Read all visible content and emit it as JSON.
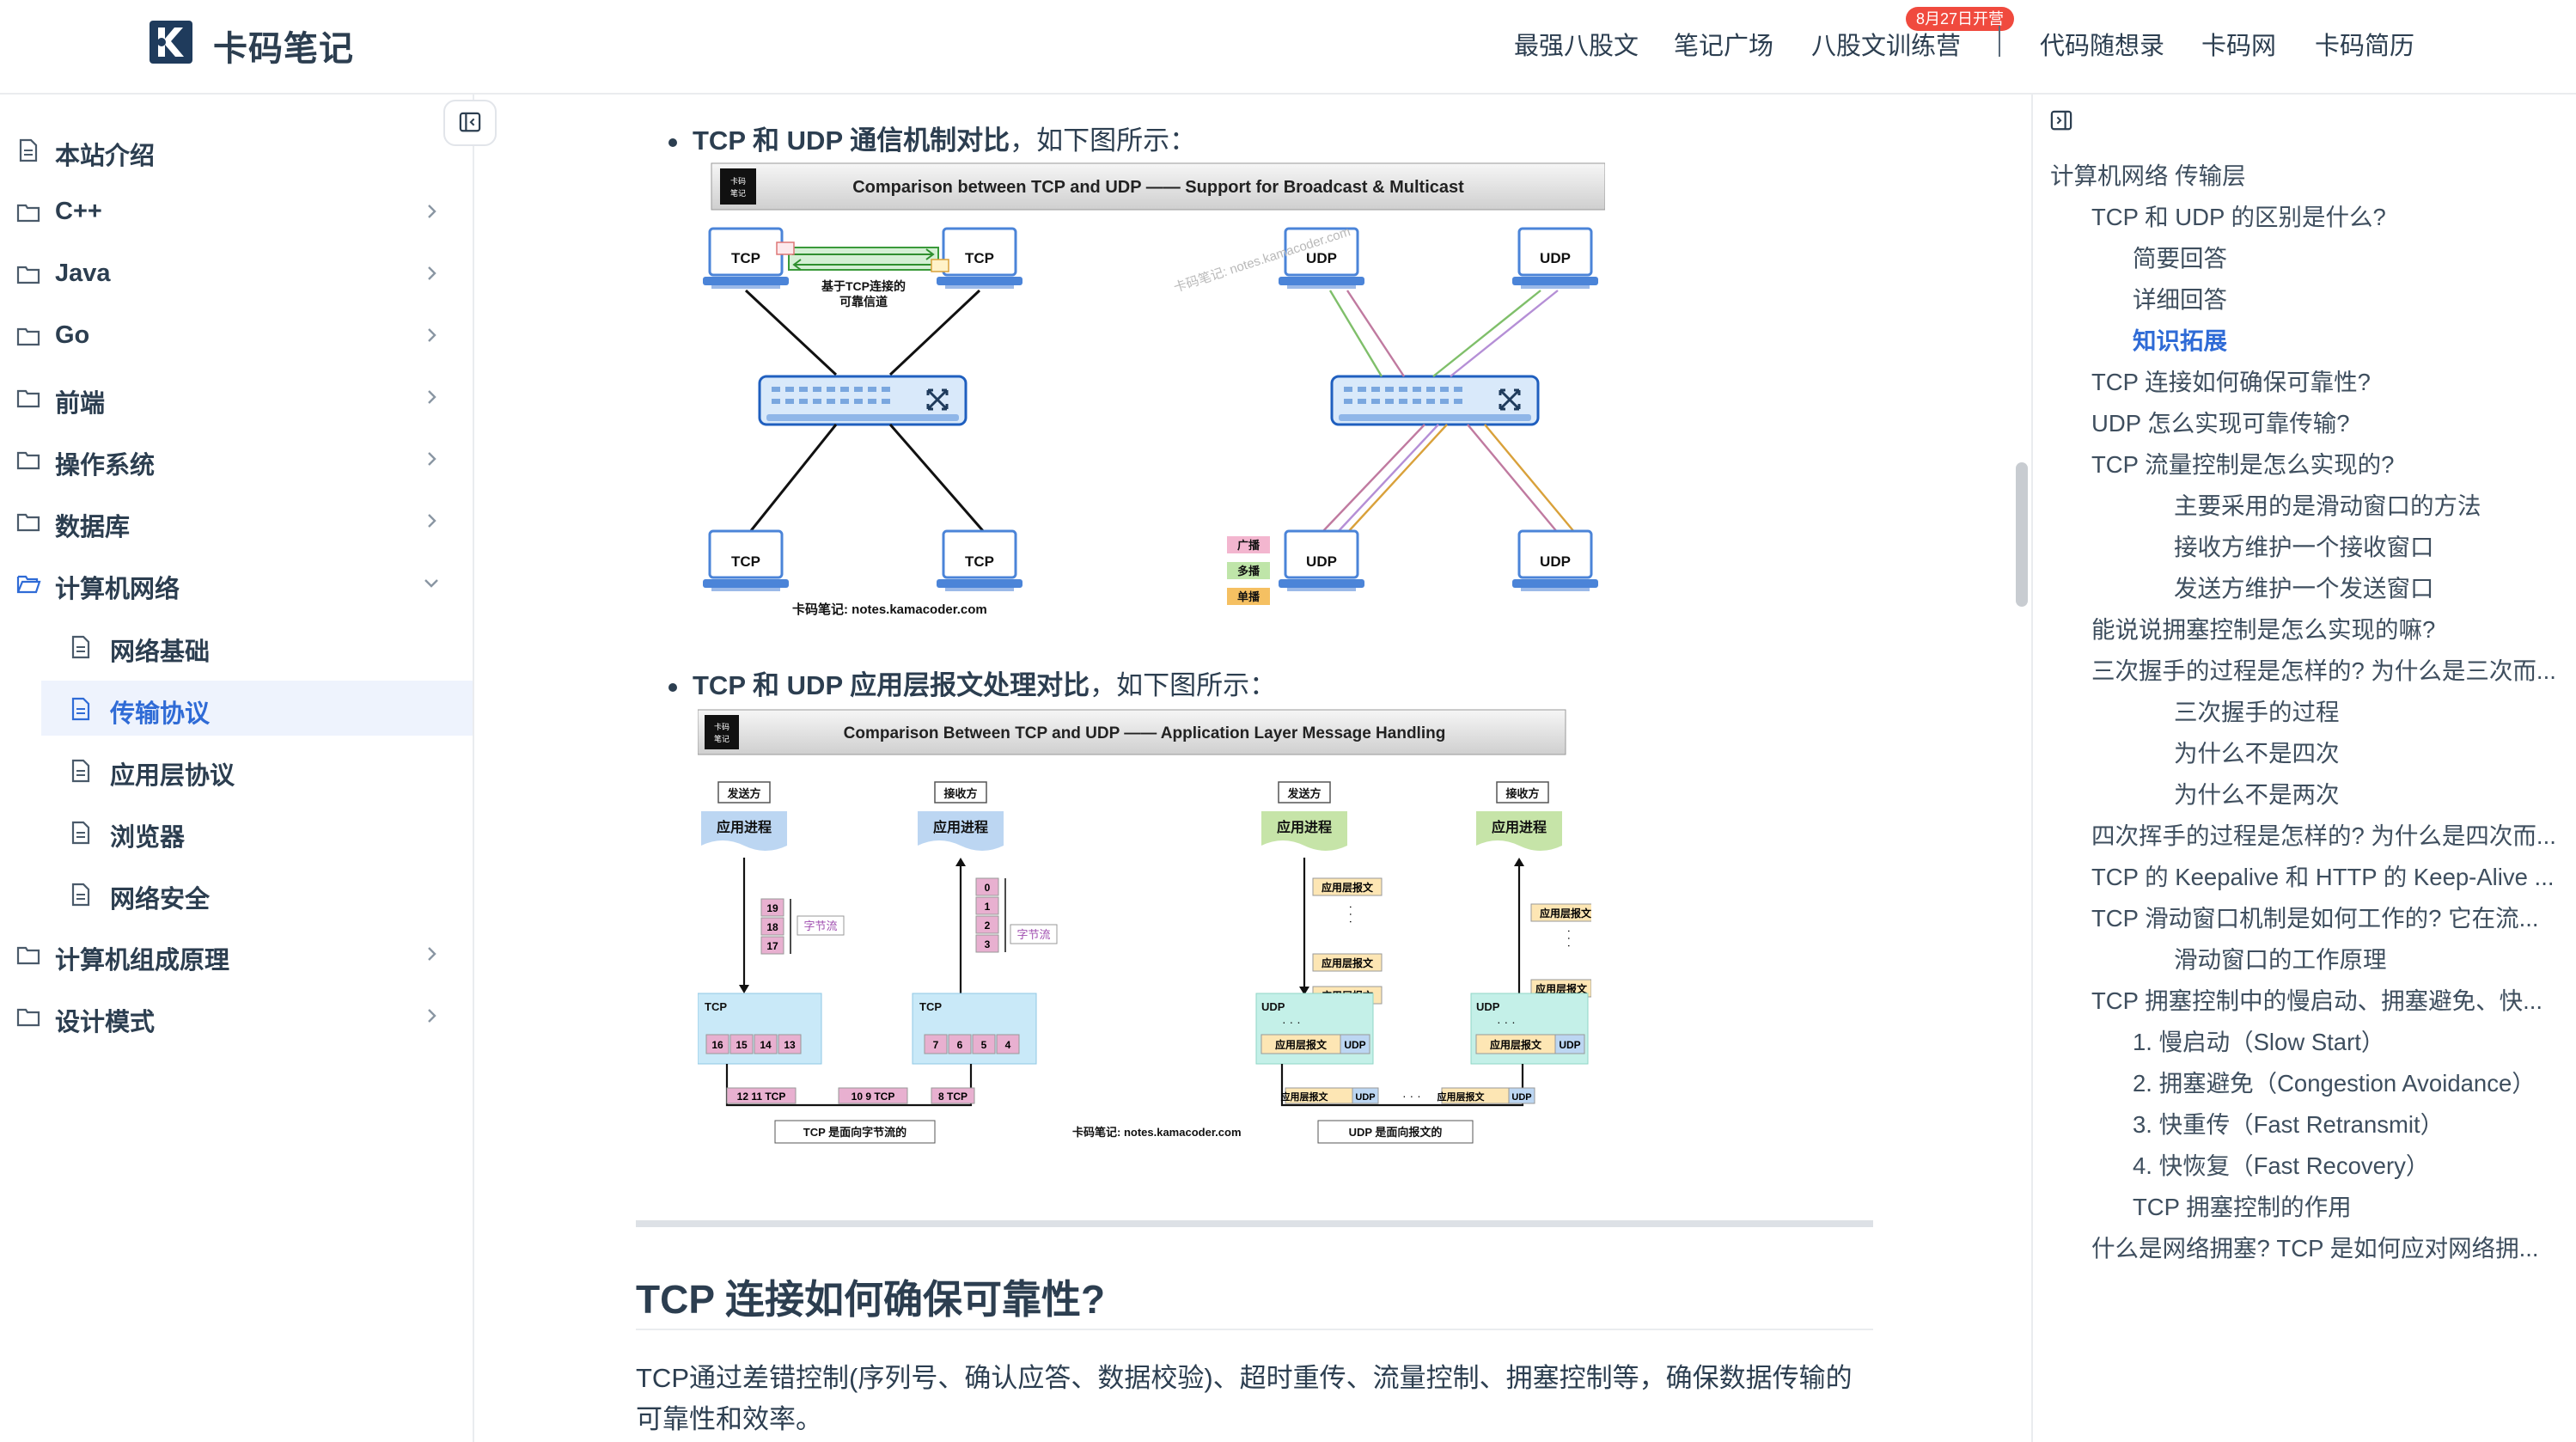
{
  "brand": {
    "name": "卡码笔记",
    "logo_glyph": "K"
  },
  "topnav": {
    "links": [
      "最强八股文",
      "笔记广场",
      "八股文训练营",
      "代码随想录",
      "卡码网",
      "卡码简历"
    ],
    "badge": "8月27日开营"
  },
  "sidebar": {
    "items": [
      {
        "label": "本站介绍"
      },
      {
        "label": "C++"
      },
      {
        "label": "Java"
      },
      {
        "label": "Go"
      },
      {
        "label": "前端"
      },
      {
        "label": "操作系统"
      },
      {
        "label": "数据库"
      },
      {
        "label": "计算机网络"
      }
    ],
    "subitems": [
      {
        "label": "网络基础"
      },
      {
        "label": "传输协议"
      },
      {
        "label": "应用层协议"
      },
      {
        "label": "浏览器"
      },
      {
        "label": "网络安全"
      }
    ],
    "after": [
      {
        "label": "计算机组成原理"
      },
      {
        "label": "设计模式"
      }
    ]
  },
  "content": {
    "bullet1_bold": "TCP 和 UDP 通信机制对比",
    "bullet1_rest": "，如下图所示：",
    "bullet2_bold": "TCP 和 UDP 应用层报文处理对比",
    "bullet2_rest": "，如下图所示：",
    "heading": "TCP 连接如何确保可靠性?",
    "paragraph": "TCP通过差错控制(序列号、确认应答、数据校验)、超时重传、流量控制、拥塞控制等，确保数据传输的可靠性和效率。"
  },
  "diagram1": {
    "title": "Comparison between TCP and UDP —— Support for Broadcast & Multicast",
    "tcp": "TCP",
    "udp": "UDP",
    "channel_label_1": "基于TCP连接的",
    "channel_label_2": "可靠信道",
    "legend": [
      "广播",
      "多播",
      "单播"
    ],
    "footer": "卡码笔记: notes.kamacoder.com",
    "watermark": "卡码笔记: notes.kamacoder.com"
  },
  "diagram2": {
    "title": "Comparison Between TCP and UDP —— Application Layer Message Handling",
    "sender": "发送方",
    "receiver": "接收方",
    "app_process": "应用进程",
    "byte_stream": "字节流",
    "tcp": "TCP",
    "udp": "UDP",
    "app_msg": "应用层报文",
    "left_seq_a": [
      "19",
      "18",
      "17"
    ],
    "left_seq_b": [
      "16",
      "15",
      "14",
      "13"
    ],
    "right_seq_a": [
      "0",
      "1",
      "2",
      "3"
    ],
    "right_seq_b": [
      "7",
      "6",
      "5",
      "4"
    ],
    "wire_a": "12 11 TCP",
    "wire_b": "10 9 TCP",
    "wire_c": "8 TCP",
    "tcp_caption": "TCP 是面向字节流的",
    "udp_caption": "UDP 是面向报文的",
    "footer": "卡码笔记: notes.kamacoder.com",
    "dots": "· · ·"
  },
  "toc": {
    "items": [
      {
        "label": "计算机网络 传输层",
        "level": 0
      },
      {
        "label": "TCP 和 UDP 的区别是什么?",
        "level": 1
      },
      {
        "label": "简要回答",
        "level": 2
      },
      {
        "label": "详细回答",
        "level": 2
      },
      {
        "label": "知识拓展",
        "level": 2,
        "active": true
      },
      {
        "label": "TCP 连接如何确保可靠性?",
        "level": 1
      },
      {
        "label": "UDP 怎么实现可靠传输?",
        "level": 1
      },
      {
        "label": "TCP 流量控制是怎么实现的?",
        "level": 1
      },
      {
        "label": "主要采用的是滑动窗口的方法",
        "level": 3
      },
      {
        "label": "接收方维护一个接收窗口",
        "level": 3
      },
      {
        "label": "发送方维护一个发送窗口",
        "level": 3
      },
      {
        "label": "能说说拥塞控制是怎么实现的嘛?",
        "level": 1
      },
      {
        "label": "三次握手的过程是怎样的? 为什么是三次而...",
        "level": 1
      },
      {
        "label": "三次握手的过程",
        "level": 3
      },
      {
        "label": "为什么不是四次",
        "level": 3
      },
      {
        "label": "为什么不是两次",
        "level": 3
      },
      {
        "label": "四次挥手的过程是怎样的? 为什么是四次而...",
        "level": 1
      },
      {
        "label": "TCP 的 Keepalive 和 HTTP 的 Keep-Alive ...",
        "level": 1
      },
      {
        "label": "TCP 滑动窗口机制是如何工作的? 它在流...",
        "level": 1
      },
      {
        "label": "滑动窗口的工作原理",
        "level": 3
      },
      {
        "label": "TCP 拥塞控制中的慢启动、拥塞避免、快...",
        "level": 1
      },
      {
        "label": "1. 慢启动（Slow Start）",
        "level": 2
      },
      {
        "label": "2. 拥塞避免（Congestion Avoidance）",
        "level": 2
      },
      {
        "label": "3. 快重传（Fast Retransmit）",
        "level": 2
      },
      {
        "label": "4. 快恢复（Fast Recovery）",
        "level": 2
      },
      {
        "label": "TCP 拥塞控制的作用",
        "level": 2
      },
      {
        "label": "什么是网络拥塞? TCP 是如何应对网络拥...",
        "level": 1
      }
    ]
  },
  "colors": {
    "accent": "#2f6bd6",
    "text": "#2c3e50",
    "badge": "#f04a3e"
  }
}
